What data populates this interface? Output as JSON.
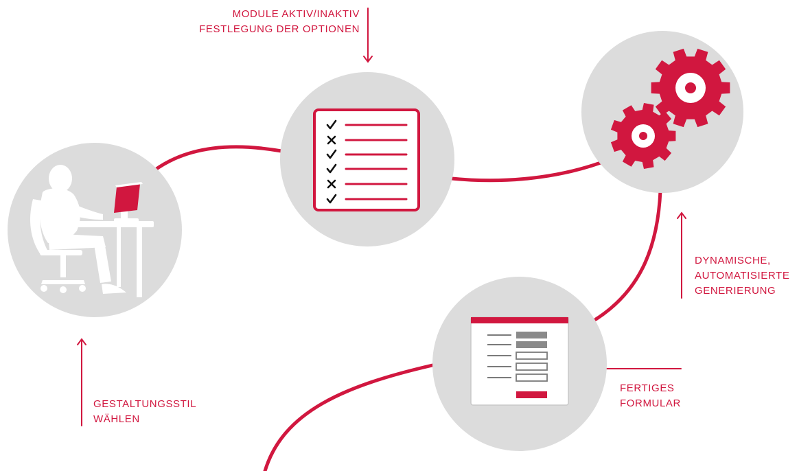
{
  "colors": {
    "accent": "#d1173f",
    "circle": "#dcdcdc",
    "figure": "#ffffff",
    "dark_bar": "#8a8a8a",
    "outline_bar": "#7a7a7a"
  },
  "labels": {
    "modules": {
      "line1": "MODULE AKTIV/INAKTIV",
      "line2": "FESTLEGUNG DER OPTIONEN"
    },
    "generation": {
      "line1": "DYNAMISCHE,",
      "line2": "AUTOMATISIERTE",
      "line3": "GENERIERUNG"
    },
    "form": {
      "line1": "FERTIGES",
      "line2": "FORMULAR"
    },
    "style": {
      "line1": "GESTALTUNGSSTIL",
      "line2": "WÄHLEN"
    }
  },
  "checklist": {
    "marks": [
      "check",
      "cross",
      "check",
      "check",
      "cross",
      "check"
    ]
  },
  "icons": {
    "person": "person-at-computer-icon",
    "checklist": "checklist-icon",
    "gears": "gears-icon",
    "form": "form-document-icon"
  }
}
